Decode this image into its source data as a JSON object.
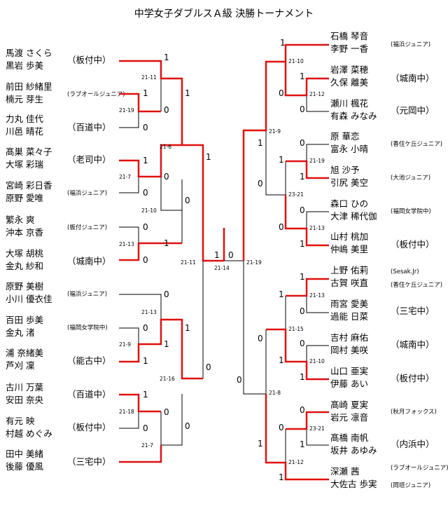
{
  "title": "中学女子ダブルスＡ級 決勝トーナメント",
  "colors": {
    "winner": "#e01010",
    "line": "#000000"
  },
  "left_pairs": [
    {
      "p1": "馬渡 さくら",
      "p2": "黒岩 歩美",
      "club": "（板付中）"
    },
    {
      "p1": "前田 紗緒里",
      "p2": "楠元 芽生",
      "club": "(ラブオールジュニア)"
    },
    {
      "p1": "力丸 佳代",
      "p2": "川邑 晴花",
      "club": "（百道中）"
    },
    {
      "p1": "髙巣 菜々子",
      "p2": "大塚 彩瑞",
      "club": "（老司中）"
    },
    {
      "p1": "宮崎 彩日香",
      "p2": "原野 愛唯",
      "club": "(福浜ジュニア)"
    },
    {
      "p1": "繁永 爽",
      "p2": "沖本 京香",
      "club": "(板付ジュニア)"
    },
    {
      "p1": "大塚 胡桃",
      "p2": "金丸 紗和",
      "club": "（城南中）"
    },
    {
      "p1": "原野 美樹",
      "p2": "小川 優衣佳",
      "club": "(福浜ジュニア)"
    },
    {
      "p1": "百田 歩美",
      "p2": "金丸 渚",
      "club": "(福岡女学院中)"
    },
    {
      "p1": "浦 奈緒美",
      "p2": "芦刈 凜",
      "club": "（能古中）"
    },
    {
      "p1": "古川 万葉",
      "p2": "安田 奈央",
      "club": "（百道中）"
    },
    {
      "p1": "有元 映",
      "p2": "村越 めぐみ",
      "club": "（板付中）"
    },
    {
      "p1": "田中 美緒",
      "p2": "後藤 優風",
      "club": "（三宅中）"
    }
  ],
  "right_pairs": [
    {
      "p1": "石橋 琴音",
      "p2": "李野 一香",
      "club": "(福浜ジュニア)"
    },
    {
      "p1": "岩澤 菜穂",
      "p2": "久保 離美",
      "club": "（城南中）"
    },
    {
      "p1": "瀬川 楓花",
      "p2": "有森 みなみ",
      "club": "（元岡中）"
    },
    {
      "p1": "原 華恋",
      "p2": "富永 小晴",
      "club": "(香住ケ丘ジュニア)"
    },
    {
      "p1": "旭 沙予",
      "p2": "引尻 美空",
      "club": "(大池ジュニア)"
    },
    {
      "p1": "森口 ひの",
      "p2": "大津 稀代伽",
      "club": "(福岡女学院中)"
    },
    {
      "p1": "山村 桃加",
      "p2": "仲嶋 美里",
      "club": "（板付中）"
    },
    {
      "p1": "上野 佑莉",
      "p2": "古賀 咲直",
      "club": "(Sesak.Jr)",
      "club2": "(香住ケ丘ジュニア)"
    },
    {
      "p1": "雨宮 愛美",
      "p2": "過能 日菜",
      "club": "（三宅中）"
    },
    {
      "p1": "吉村 麻佑",
      "p2": "岡村 美咲",
      "club": "（城南中）"
    },
    {
      "p1": "山口 亜実",
      "p2": "伊藤 あい",
      "club": "（板付中）"
    },
    {
      "p1": "髙崎 夏実",
      "p2": "岩元 凛音",
      "club": "(秋月フォックス)"
    },
    {
      "p1": "髙橋 南帆",
      "p2": "坂井 あゆみ",
      "club": "（内浜中）"
    },
    {
      "p1": "深瀬 茜",
      "p2": "大佐古 歩実",
      "club": "(ラブオールジュニア)",
      "club2": "(岡垣ジュニア)"
    }
  ],
  "scores": {
    "l1a": "1",
    "l1b": "21-11",
    "l1c": "1",
    "l1d": "21-19",
    "l1e": "0",
    "l1f": "0",
    "l2a": "1",
    "l2b": "21-6",
    "l2c": "1",
    "l2d": "0",
    "l3a": "1",
    "l3b": "21-7",
    "l3c": "0",
    "l3d": "0",
    "l3e": "21-10",
    "l4a": "0",
    "l4b": "21-13",
    "l4c": "1",
    "l4d": "0",
    "l5a": "0",
    "l5b": "21-13",
    "l5c": "0",
    "l5d": "21-9",
    "l5e": "1",
    "l5f": "1",
    "l6a": "21-16",
    "l6b": "0",
    "l7a": "1",
    "l7b": "21-18",
    "l7c": "0",
    "l7d": "0",
    "l7e": "21-7",
    "l7f": "1",
    "l8a": "21-11",
    "l8b": "1",
    "fin": "21-14",
    "fin_left": "1",
    "fin_right": "0",
    "r_final": "21-19",
    "r1a": "1",
    "r1b": "21-10",
    "r1c": "1",
    "r1d": "21-12",
    "r1e": "0",
    "r1f": "0",
    "r2a": "1",
    "r2b": "21-9",
    "r2c": "0",
    "r3a": "0",
    "r3b": "21-19",
    "r3c": "1",
    "r3d": "0",
    "r3e": "23-21",
    "r4a": "0",
    "r4b": "21-13",
    "r4c": "1",
    "r4d": "1",
    "r5a": "1",
    "r5b": "21-13",
    "r5c": "0",
    "r5d": "0",
    "r5e": "21-15",
    "r6a": "0",
    "r6b": "21-10",
    "r6c": "1",
    "r6d": "1",
    "r7a": "0",
    "r7b": "21-8",
    "r7c": "1",
    "r8a": "0",
    "r8b": "23-21",
    "r8c": "1",
    "r8d": "1",
    "r8e": "21-12",
    "r8f": "1"
  }
}
